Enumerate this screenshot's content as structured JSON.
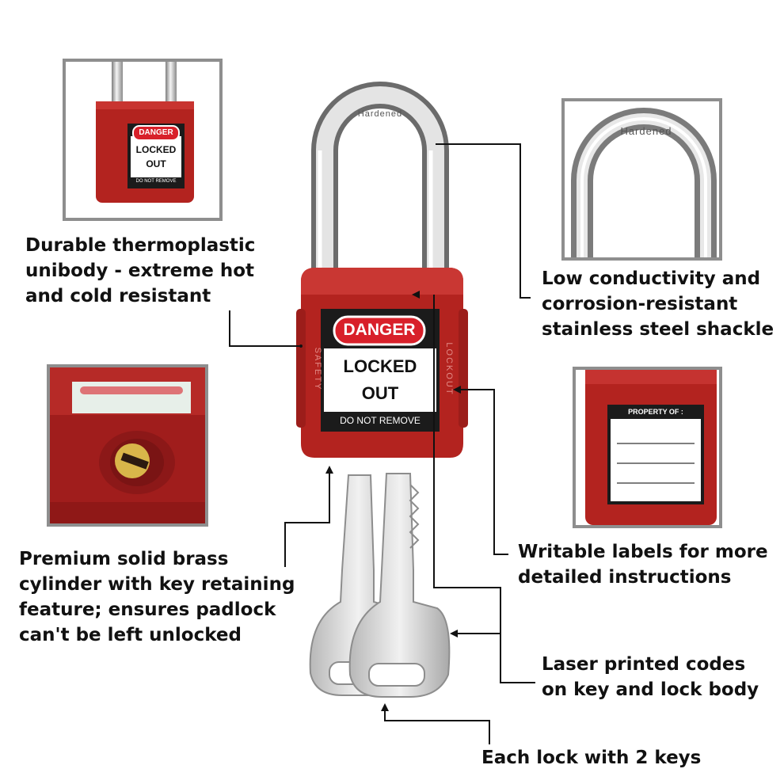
{
  "features": {
    "thermoplastic": "Durable thermoplastic\nunibody - extreme hot\nand cold resistant",
    "shackle": "Low conductivity and\ncorrosion-resistant\nstainless steel shackle",
    "brass": "Premium solid brass\ncylinder with key retaining\nfeature; ensures padlock\ncan't be left unlocked",
    "writable": "Writable labels for more\ndetailed instructions",
    "laser": "Laser printed codes\non key and lock body",
    "keys": "Each lock with 2 keys"
  },
  "lock_label": {
    "danger": "DANGER",
    "locked": "LOCKED",
    "out": "OUT",
    "do_not_remove": "DO NOT REMOVE",
    "side_left": "SAFETY",
    "side_right": "LOCKOUT",
    "shackle_engraving": "Hardened"
  },
  "back_label": {
    "property": "PROPERTY OF :"
  },
  "colors": {
    "lock_red": "#b3231f",
    "danger_red": "#d8202a",
    "callout_line": "#111111",
    "inset_border": "#8e8e8e"
  }
}
